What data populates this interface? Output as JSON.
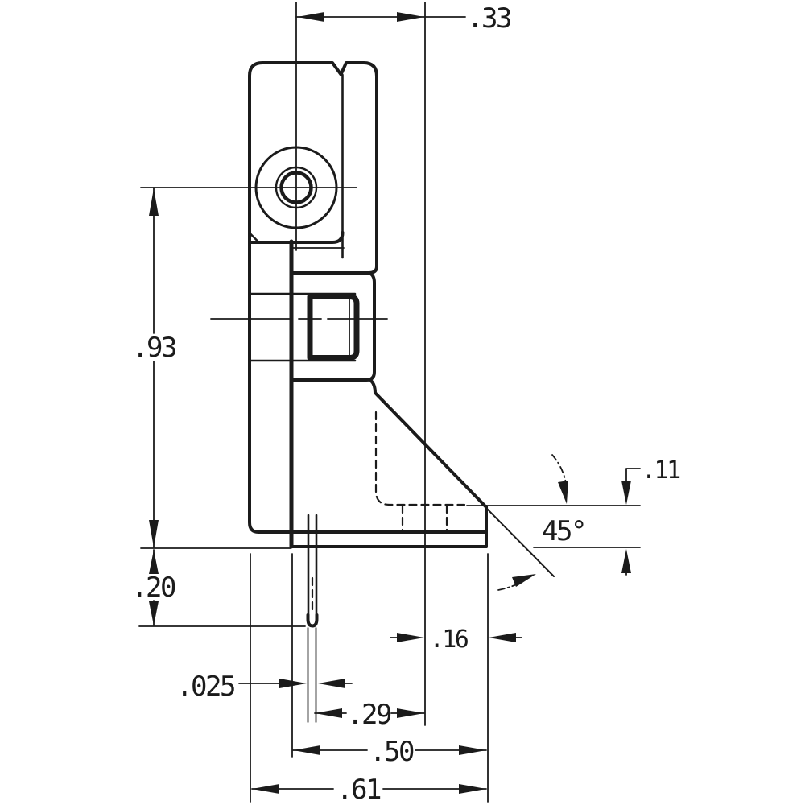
{
  "drawing": {
    "kind": "engineering dimension drawing, side profile view of a bracket/clamp part",
    "background": "#ffffff",
    "line_color": "#1b1b1b",
    "dims": {
      "d33": {
        "label": ".33",
        "value": 0.33,
        "orientation": "horizontal",
        "location": "top"
      },
      "d93": {
        "label": ".93",
        "value": 0.93,
        "orientation": "vertical",
        "location": "left"
      },
      "d20": {
        "label": ".20",
        "value": 0.2,
        "orientation": "vertical",
        "location": "left"
      },
      "d025": {
        "label": ".025",
        "value": 0.025,
        "orientation": "horizontal",
        "location": "bottom"
      },
      "d29": {
        "label": ".29",
        "value": 0.29,
        "orientation": "horizontal",
        "location": "bottom"
      },
      "d50": {
        "label": ".50",
        "value": 0.5,
        "orientation": "horizontal",
        "location": "bottom"
      },
      "d61": {
        "label": ".61",
        "value": 0.61,
        "orientation": "horizontal",
        "location": "bottom"
      },
      "d16": {
        "label": ".16",
        "value": 0.16,
        "orientation": "horizontal",
        "location": "bottom-right"
      },
      "d11": {
        "label": ".11",
        "value": 0.11,
        "orientation": "vertical",
        "location": "right"
      },
      "a45": {
        "label": "45°",
        "value": 45,
        "orientation": "angular",
        "location": "right"
      }
    }
  }
}
